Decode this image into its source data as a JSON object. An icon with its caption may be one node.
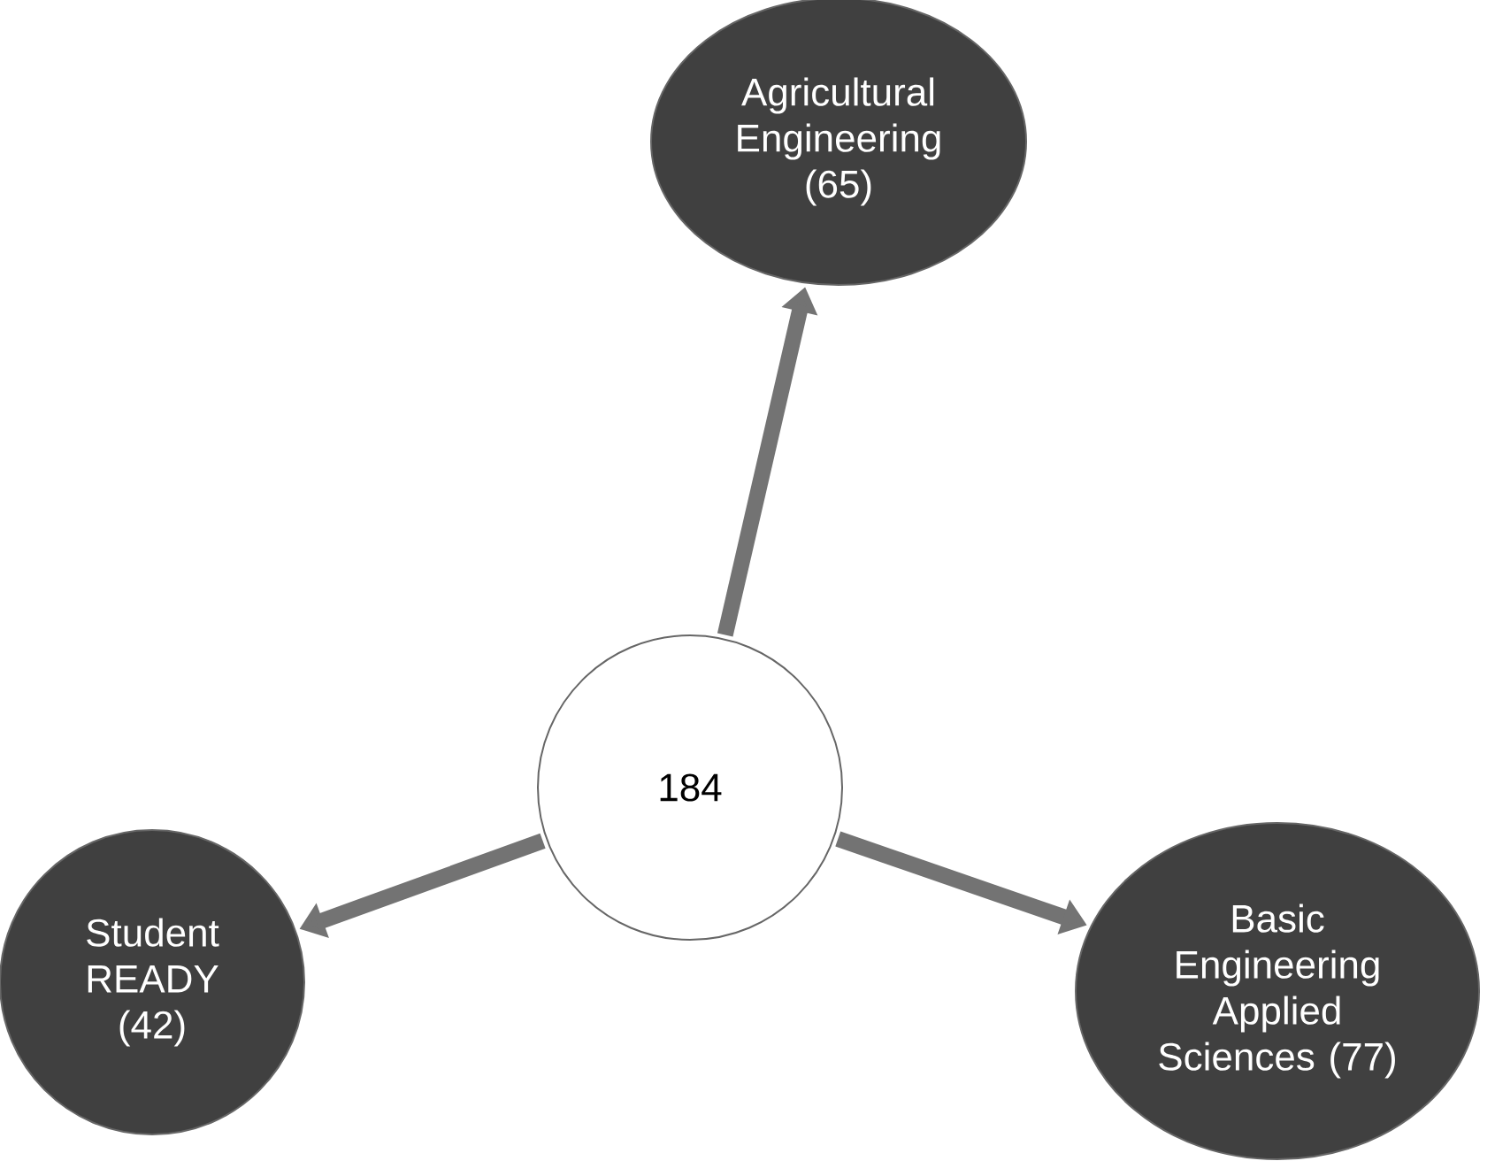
{
  "diagram": {
    "nodes": [
      {
        "text": [
          "184"
        ]
      },
      {
        "text": [
          "Agricultural Engineering (65)"
        ]
      },
      {
        "text": [
          "Student READY (42)"
        ]
      },
      {
        "text": [
          "Basic Engineering Applied Sciences (77)"
        ]
      }
    ],
    "edges": [
      {
        "from": 0,
        "to": 1,
        "arrow": "to"
      },
      {
        "from": 0,
        "to": 2,
        "arrow": "to"
      },
      {
        "from": 0,
        "to": 3,
        "arrow": "to"
      }
    ]
  }
}
